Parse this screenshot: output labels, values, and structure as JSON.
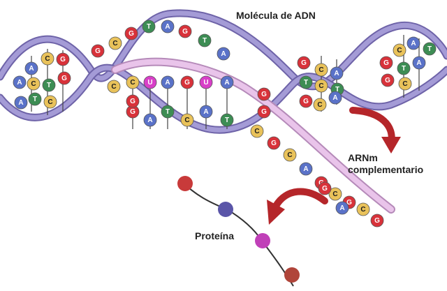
{
  "labels": {
    "dna_molecule": "Molécula de ADN",
    "mrna_line1": "ARNm",
    "mrna_line2": "complementario",
    "protein": "Proteína"
  },
  "colors": {
    "strand": "#a49bd6",
    "strand_edge": "#6e63a8",
    "mrna": "#e9c4ea",
    "mrna_edge": "#b58ab9",
    "arrow": "#b5262a",
    "G": "#d8323a",
    "C": "#e9c25a",
    "A": "#5a72c8",
    "T": "#3d8d54",
    "U": "#d83fc8",
    "bead_red": "#c83a3a",
    "bead_blue": "#5a55a8",
    "bead_magenta": "#c040b8",
    "bead_dark": "#b0453a"
  },
  "icons": [
    "curved-arrow-icon",
    "curved-arrow-icon"
  ],
  "bases": {
    "dna_left": [
      "A",
      "C",
      "G",
      "A",
      "C",
      "T",
      "G",
      "A",
      "T",
      "C"
    ],
    "dna_top_arc": [
      "G",
      "C",
      "G",
      "T",
      "A",
      "G",
      "T",
      "A"
    ],
    "dna_middle_pairs_top": [
      "C",
      "U",
      "A",
      "G",
      "U",
      "A"
    ],
    "dna_middle_pairs_bottom": [
      "G",
      "A",
      "T",
      "C",
      "A",
      "T"
    ],
    "dna_right1": [
      "G",
      "C",
      "A",
      "T",
      "C",
      "T",
      "G",
      "C",
      "A",
      "G"
    ],
    "dna_right2": [
      "C",
      "A",
      "G",
      "T",
      "A",
      "G",
      "C",
      "T"
    ],
    "mrna_bases": [
      "G",
      "C",
      "G",
      "C",
      "A",
      "G",
      "C",
      "G",
      "C",
      "G",
      "A",
      "G"
    ],
    "edge_left": [
      "G",
      "C",
      "A",
      "C",
      "A",
      "G"
    ]
  }
}
